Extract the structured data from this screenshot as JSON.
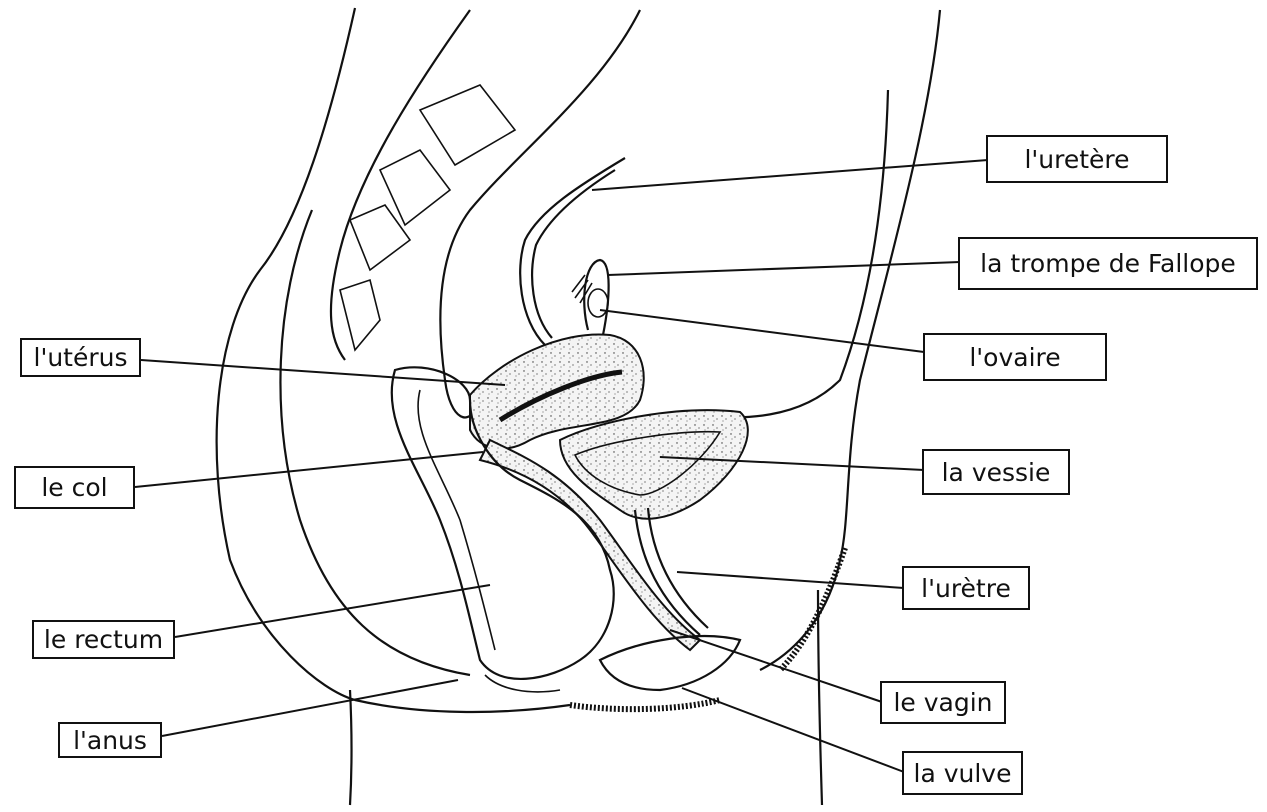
{
  "labels": {
    "ureter": "l'uretère",
    "fallopian_tube": "la trompe de Fallope",
    "ovary": "l'ovaire",
    "uterus": "l'utérus",
    "cervix": "le col",
    "bladder": "la vessie",
    "urethra": "l'urètre",
    "rectum": "le rectum",
    "vagina": "le vagin",
    "anus": "l'anus",
    "vulva": "la vulve"
  }
}
